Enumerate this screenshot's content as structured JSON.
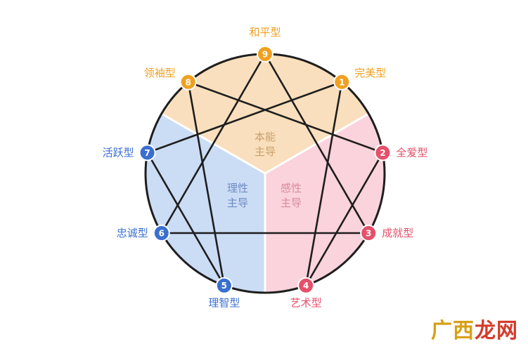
{
  "colors": {
    "gut": "#f0a020",
    "heart": "#e5506a",
    "head": "#3a6fd0",
    "gut_fill": "#f9dfbd",
    "heart_fill": "#fbd3dc",
    "head_fill": "#cbdcf5",
    "line": "#1e1e1e",
    "center_gut_text": "#c9a06c",
    "center_heart_text": "#d98a9c",
    "center_head_text": "#6c8cc0"
  },
  "points": [
    {
      "num": "9",
      "label": "和平型",
      "group": "gut"
    },
    {
      "num": "1",
      "label": "完美型",
      "group": "gut"
    },
    {
      "num": "2",
      "label": "全爱型",
      "group": "heart"
    },
    {
      "num": "3",
      "label": "成就型",
      "group": "heart"
    },
    {
      "num": "4",
      "label": "艺术型",
      "group": "heart"
    },
    {
      "num": "5",
      "label": "理智型",
      "group": "head"
    },
    {
      "num": "6",
      "label": "忠诚型",
      "group": "head"
    },
    {
      "num": "7",
      "label": "活跃型",
      "group": "head"
    },
    {
      "num": "8",
      "label": "领袖型",
      "group": "gut"
    }
  ],
  "connections": [
    [
      "1",
      "4"
    ],
    [
      "4",
      "2"
    ],
    [
      "2",
      "8"
    ],
    [
      "8",
      "5"
    ],
    [
      "5",
      "7"
    ],
    [
      "7",
      "1"
    ],
    [
      "9",
      "3"
    ],
    [
      "3",
      "6"
    ],
    [
      "6",
      "9"
    ]
  ],
  "centers": {
    "gut": [
      "本能",
      "主导"
    ],
    "heart": [
      "感性",
      "主导"
    ],
    "head": [
      "理性",
      "主导"
    ]
  },
  "watermark": {
    "part1": "广西",
    "part2": "龙网",
    "color1": "#d8a018",
    "color2": "#d23c2c"
  }
}
